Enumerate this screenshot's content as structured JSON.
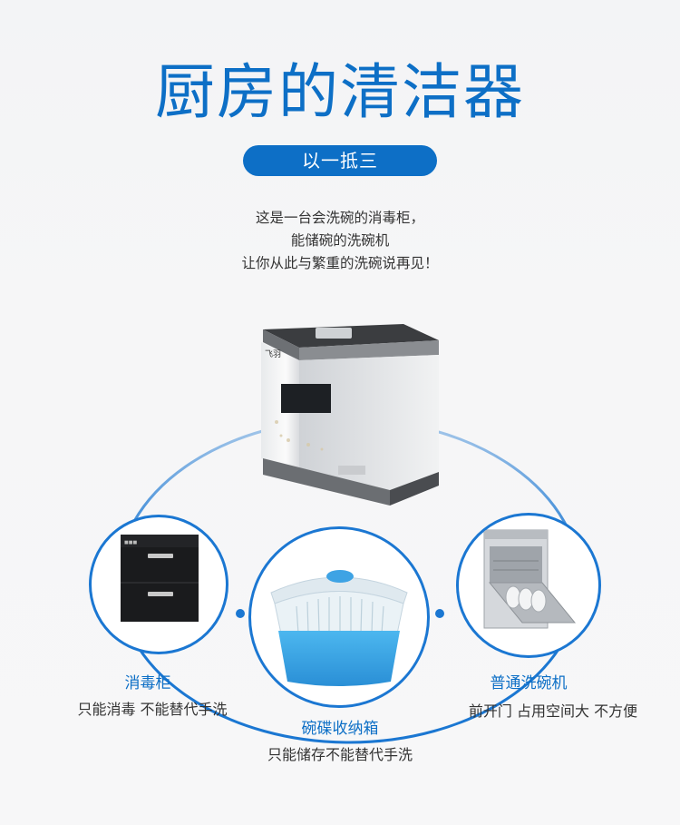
{
  "header": {
    "title": "厨房的清洁器",
    "badge": "以一抵三"
  },
  "intro": {
    "line1": "这是一台会洗碗的消毒柜，",
    "line2": "能储碗的洗碗机",
    "line3": "让你从此与繁重的洗碗说再见！"
  },
  "product": {
    "logo": "飞羽"
  },
  "items": [
    {
      "name": "消毒柜",
      "desc": "只能消毒 不能替代手洗"
    },
    {
      "name": "碗碟收纳箱",
      "desc": "只能储存不能替代手洗"
    },
    {
      "name": "普通洗碗机",
      "desc": "前开门 占用空间大 不方便"
    }
  ],
  "colors": {
    "accent": "#0d6fc6",
    "ring": "#1b77d2"
  }
}
